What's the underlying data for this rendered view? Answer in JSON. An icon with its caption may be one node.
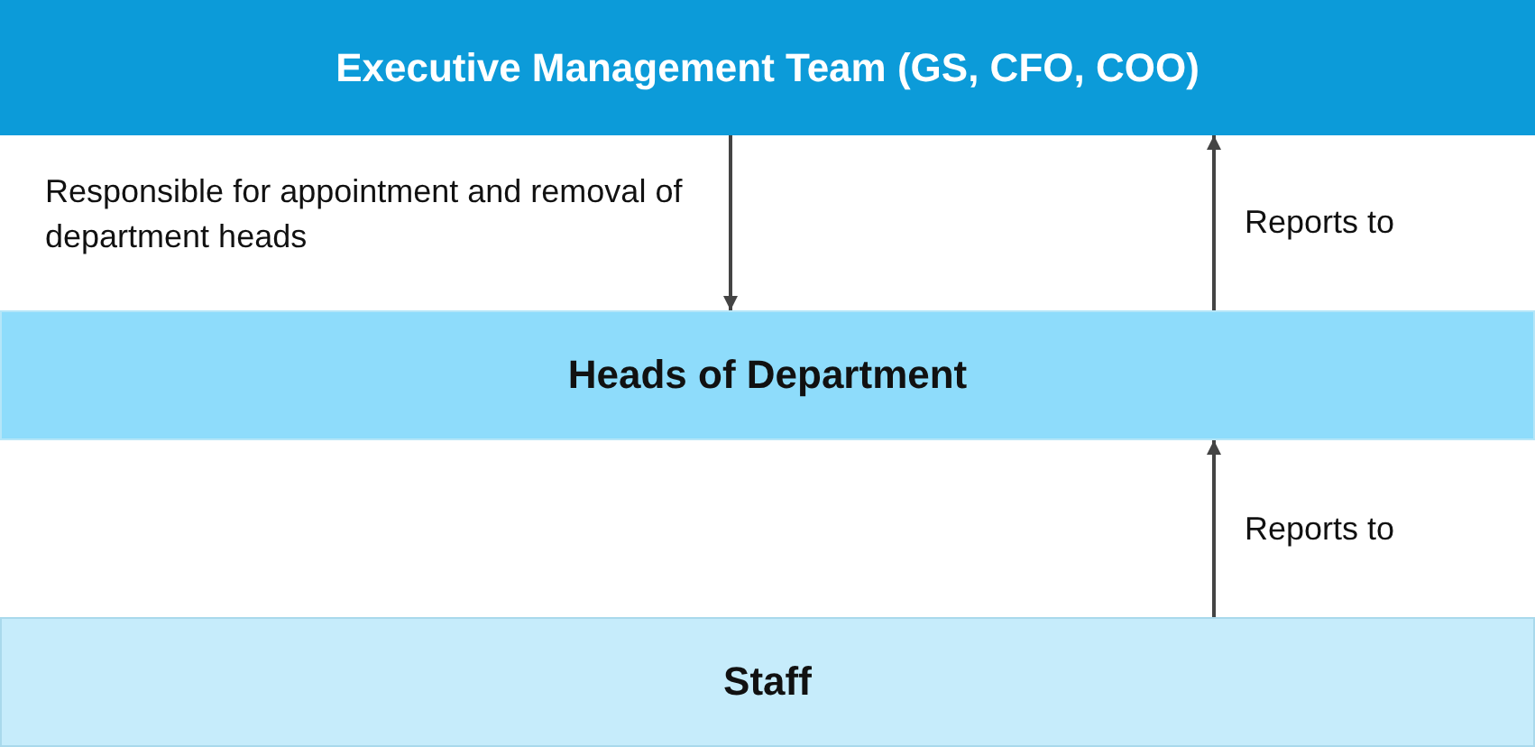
{
  "diagram": {
    "nodes": [
      {
        "text": [
          "Executive Management Team (GS, CFO, COO)"
        ]
      },
      {
        "text": [
          "Heads of Department"
        ]
      },
      {
        "text": [
          "Staff"
        ]
      }
    ],
    "edges": [
      {
        "from": 0,
        "to": 1,
        "arrow": "to",
        "label": "Responsible for appointment and removal of department heads"
      },
      {
        "from": 1,
        "to": 0,
        "arrow": "to",
        "label": "Reports to"
      },
      {
        "from": 2,
        "to": 1,
        "arrow": "to",
        "label": "Reports to"
      }
    ]
  }
}
